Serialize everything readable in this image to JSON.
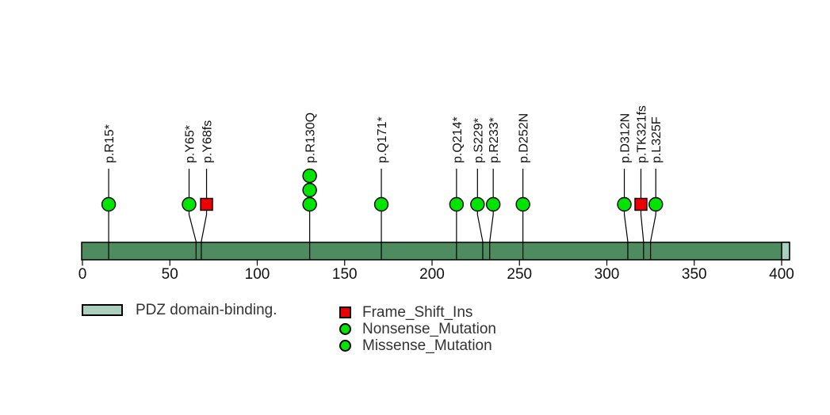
{
  "chart_data": {
    "type": "lollipop",
    "title": "",
    "xlabel": "",
    "axis": {
      "min": 0,
      "max": 400,
      "ticks": [
        0,
        50,
        100,
        150,
        200,
        250,
        300,
        350,
        400
      ]
    },
    "protein": {
      "length": 404.5,
      "bar_color": "#4e8c5f",
      "border_color": "#000000"
    },
    "domains": [
      {
        "name": "PDZ domain-binding.",
        "start": 400,
        "end": 404.5,
        "color": "#aacfbe"
      }
    ],
    "mutations": [
      {
        "label": "p.R15*",
        "position": 15,
        "display": 15,
        "type": "Nonsense_Mutation",
        "count": 1
      },
      {
        "label": "p.Y65*",
        "position": 65,
        "display": 61,
        "type": "Nonsense_Mutation",
        "count": 1
      },
      {
        "label": "p.Y68fs",
        "position": 68,
        "display": 71,
        "type": "Frame_Shift_Ins",
        "count": 1
      },
      {
        "label": "p.R130Q",
        "position": 130,
        "display": 130,
        "type": "Missense_Mutation",
        "count": 3
      },
      {
        "label": "p.Q171*",
        "position": 171,
        "display": 171,
        "type": "Nonsense_Mutation",
        "count": 1
      },
      {
        "label": "p.Q214*",
        "position": 214,
        "display": 214,
        "type": "Nonsense_Mutation",
        "count": 1
      },
      {
        "label": "p.S229*",
        "position": 229,
        "display": 226,
        "type": "Nonsense_Mutation",
        "count": 1
      },
      {
        "label": "p.R233*",
        "position": 233,
        "display": 235,
        "type": "Nonsense_Mutation",
        "count": 1
      },
      {
        "label": "p.D252N",
        "position": 252,
        "display": 252,
        "type": "Missense_Mutation",
        "count": 1
      },
      {
        "label": "p.D312N",
        "position": 312,
        "display": 310,
        "type": "Missense_Mutation",
        "count": 1
      },
      {
        "label": "p.TK321fs",
        "position": 321,
        "display": 319.5,
        "type": "Frame_Shift_Ins",
        "count": 1
      },
      {
        "label": "p.L325F",
        "position": 325,
        "display": 328,
        "type": "Missense_Mutation",
        "count": 1
      }
    ],
    "legend": [
      {
        "label": "Frame_Shift_Ins",
        "shape": "square",
        "color": "#ee0000"
      },
      {
        "label": "Nonsense_Mutation",
        "shape": "circle",
        "color": "#00e400"
      },
      {
        "label": "Missense_Mutation",
        "shape": "circle",
        "color": "#00e400"
      }
    ]
  }
}
